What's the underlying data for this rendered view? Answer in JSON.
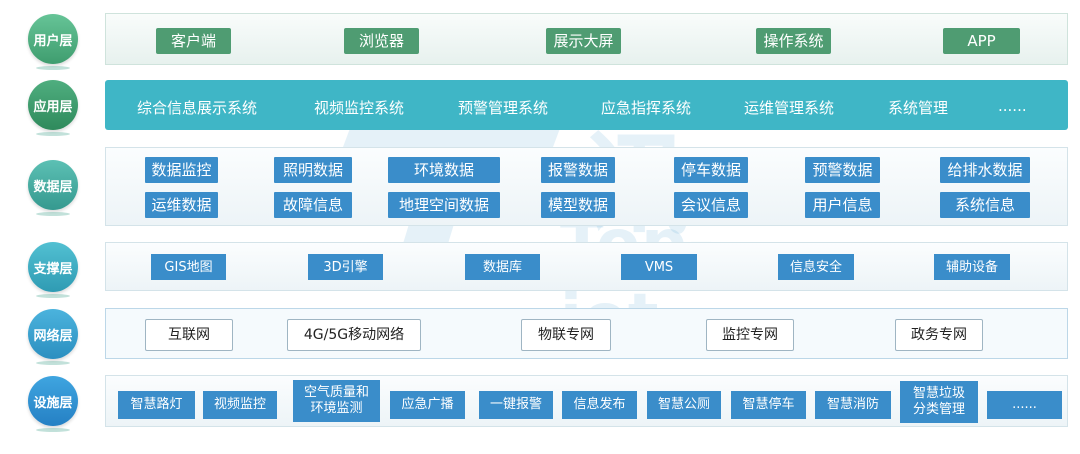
{
  "watermark": {
    "logo": "讯",
    "text": "Top-iot"
  },
  "layers": {
    "user": {
      "label": "用户层",
      "color": "#57b587",
      "items": [
        "客户端",
        "浏览器",
        "展示大屏",
        "操作系统",
        "APP"
      ]
    },
    "app": {
      "label": "应用层",
      "color": "#3e9e6e",
      "items": [
        "综合信息展示系统",
        "视频监控系统",
        "预警管理系统",
        "应急指挥系统",
        "运维管理系统",
        "系统管理",
        "......"
      ]
    },
    "data": {
      "label": "数据层",
      "color": "#4ab0a5",
      "items": [
        "数据监控",
        "照明数据",
        "环境数据",
        "报警数据",
        "停车数据",
        "预警数据",
        "给排水数据",
        "运维数据",
        "故障信息",
        "地理空间数据",
        "模型数据",
        "会议信息",
        "用户信息",
        "系统信息"
      ]
    },
    "support": {
      "label": "支撑层",
      "color": "#3eb0c4",
      "items": [
        "GIS地图",
        "3D引擎",
        "数据库",
        "VMS",
        "信息安全",
        "辅助设备"
      ]
    },
    "network": {
      "label": "网络层",
      "color": "#3aa3cf",
      "items": [
        "互联网",
        "4G/5G移动网络",
        "物联专网",
        "监控专网",
        "政务专网"
      ]
    },
    "facility": {
      "label": "设施层",
      "color": "#2f90d0",
      "items": [
        "智慧路灯",
        "视频监控",
        "空气质量和环境监测",
        "应急广播",
        "一键报警",
        "信息发布",
        "智慧公厕",
        "智慧停车",
        "智慧消防",
        "智慧垃圾分类管理",
        "......"
      ]
    }
  }
}
